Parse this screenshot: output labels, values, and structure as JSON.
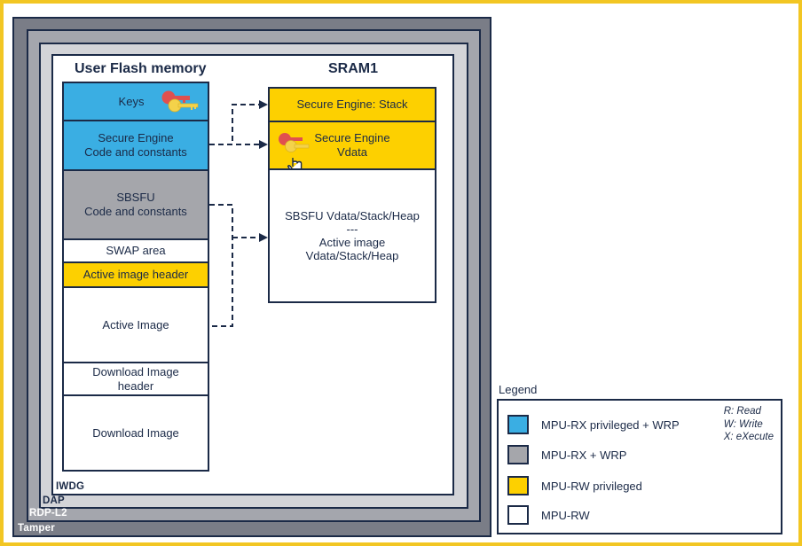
{
  "colors": {
    "border_yellow": "#f2c623",
    "navy": "#1b2a47",
    "blue": "#3aaee3",
    "grey": "#a5a6ab",
    "yellow": "#fdd000",
    "white": "#ffffff",
    "tamper_layer": "#7a7d87",
    "rdp_layer": "#a4a6ad",
    "dap_layer": "#d3d4d8",
    "key_red": "#e0504f",
    "key_yellow": "#f4d24a"
  },
  "protection_layers": [
    {
      "id": "tamper",
      "label": "Tamper"
    },
    {
      "id": "rdp",
      "label": "RDP-L2"
    },
    {
      "id": "dap",
      "label": "DAP"
    },
    {
      "id": "iwdg",
      "label": "IWDG"
    }
  ],
  "flash": {
    "title": "User Flash memory",
    "blocks": [
      {
        "label": "Keys",
        "type": "blue",
        "icon": "keys-icon"
      },
      {
        "label": "Secure Engine\nCode and constants",
        "type": "blue"
      },
      {
        "label": "SBSFU\nCode and constants",
        "type": "grey"
      },
      {
        "label": "SWAP area",
        "type": "white"
      },
      {
        "label": "Active image header",
        "type": "yellow"
      },
      {
        "label": "Active Image",
        "type": "white"
      },
      {
        "label": "Download Image\nheader",
        "type": "white"
      },
      {
        "label": "Download Image",
        "type": "white"
      }
    ]
  },
  "sram": {
    "title": "SRAM1",
    "blocks": [
      {
        "label": "Secure Engine: Stack",
        "type": "yellow"
      },
      {
        "label": "Secure Engine\nVdata",
        "type": "yellow",
        "icon": "keys-icon",
        "cursor": "hand-pointer-icon"
      },
      {
        "label": "SBSFU Vdata/Stack/Heap\n---\nActive image\nVdata/Stack/Heap",
        "type": "white"
      }
    ]
  },
  "arrows": [
    {
      "from": "Secure Engine Code and constants",
      "to": "Secure Engine: Stack",
      "style": "dashed"
    },
    {
      "from": "Secure Engine Code and constants",
      "to": "Secure Engine Vdata",
      "style": "dashed"
    },
    {
      "from": "SBSFU Code and constants",
      "to": "SBSFU Vdata/Stack/Heap",
      "style": "dashed"
    },
    {
      "from": "Active Image",
      "to": "Active image Vdata/Stack/Heap",
      "style": "dashed"
    }
  ],
  "legend": {
    "title": "Legend",
    "items": [
      {
        "label": "MPU-RX privileged + WRP",
        "type": "blue"
      },
      {
        "label": "MPU-RX + WRP",
        "type": "grey"
      },
      {
        "label": "MPU-RW privileged",
        "type": "yellow"
      },
      {
        "label": "MPU-RW",
        "type": "white"
      }
    ],
    "notes": [
      "R: Read",
      "W: Write",
      "X: eXecute"
    ]
  }
}
